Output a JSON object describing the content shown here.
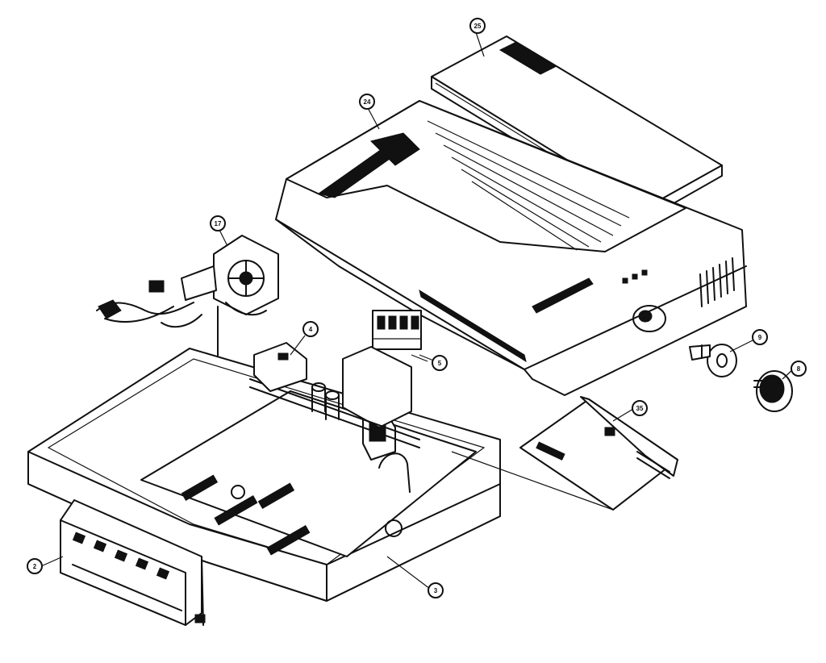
{
  "callouts": [
    {
      "id": "25",
      "label": "25"
    },
    {
      "id": "24",
      "label": "24"
    },
    {
      "id": "17",
      "label": "17"
    },
    {
      "id": "4",
      "label": "4"
    },
    {
      "id": "5a",
      "label": "5"
    },
    {
      "id": "9",
      "label": "9"
    },
    {
      "id": "8",
      "label": "8"
    },
    {
      "id": "35",
      "label": "35"
    },
    {
      "id": "2",
      "label": "2"
    },
    {
      "id": "3",
      "label": "3"
    }
  ],
  "colors": {
    "ink": "#111111",
    "paper": "#ffffff"
  }
}
